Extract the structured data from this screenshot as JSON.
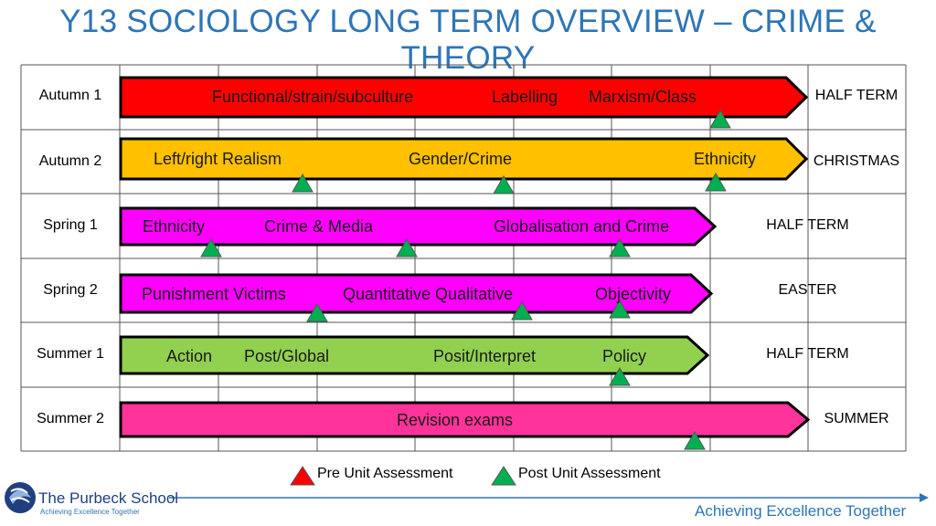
{
  "title": "Y13 SOCIOLOGY LONG TERM OVERVIEW – CRIME & THEORY",
  "rows": [
    {
      "label": "Autumn 1",
      "end_label": "HALF TERM",
      "color": "#FF0000",
      "arrow_end": "long",
      "topics": [
        "Functional/strain/subculture",
        "Labelling",
        "Marxism/Class"
      ]
    },
    {
      "label": "Autumn 2",
      "end_label": "CHRISTMAS",
      "color": "#FFC000",
      "arrow_end": "long",
      "topics": [
        "Left/right Realism",
        "Gender/Crime",
        "Ethnicity"
      ]
    },
    {
      "label": "Spring 1",
      "end_label": "HALF TERM",
      "color": "#FF00FF",
      "arrow_end": "short",
      "topics": [
        "Ethnicity",
        "Crime & Media",
        "Globalisation and Crime"
      ]
    },
    {
      "label": "Spring 2",
      "end_label": "EASTER",
      "color": "#FF00FF",
      "arrow_end": "short",
      "topics": [
        "Punishment Victims",
        "Quantitative Qualitative",
        "Objectivity"
      ]
    },
    {
      "label": "Summer 1",
      "end_label": "HALF TERM",
      "color": "#92D050",
      "arrow_end": "short",
      "topics": [
        "Action",
        "Post/Global",
        "Posit/Interpret",
        "Policy"
      ]
    },
    {
      "label": "Summer 2",
      "end_label": "SUMMER",
      "color": "#FF3399",
      "arrow_end": "long",
      "topics": [
        "Revision exams"
      ]
    }
  ],
  "legend": {
    "pre_label": "Pre Unit Assessment",
    "pre_color": "#FF0000",
    "post_label": "Post Unit Assessment",
    "post_color": "#00B050"
  },
  "footer": {
    "school_name": "The Purbeck School",
    "school_tagline": "Achieving Excellence Together",
    "motto": "Achieving Excellence Together"
  },
  "accent_color": "#2E75B6"
}
